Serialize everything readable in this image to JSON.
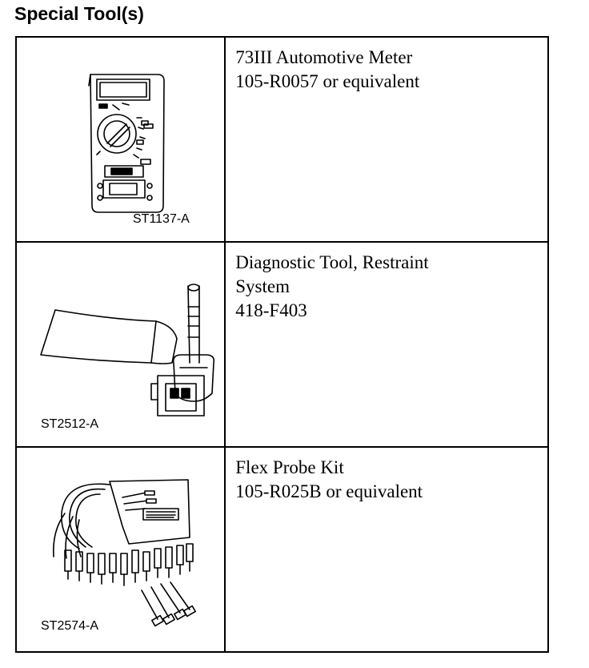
{
  "heading": "Special Tool(s)",
  "tools": [
    {
      "code": "ST1137-A",
      "lines": [
        "73III Automotive Meter",
        "105-R0057 or equivalent"
      ]
    },
    {
      "code": "ST2512-A",
      "lines": [
        "Diagnostic Tool, Restraint",
        "System",
        "418-F403"
      ]
    },
    {
      "code": "ST2574-A",
      "lines": [
        "Flex Probe Kit",
        "105-R025B or equivalent"
      ]
    }
  ]
}
